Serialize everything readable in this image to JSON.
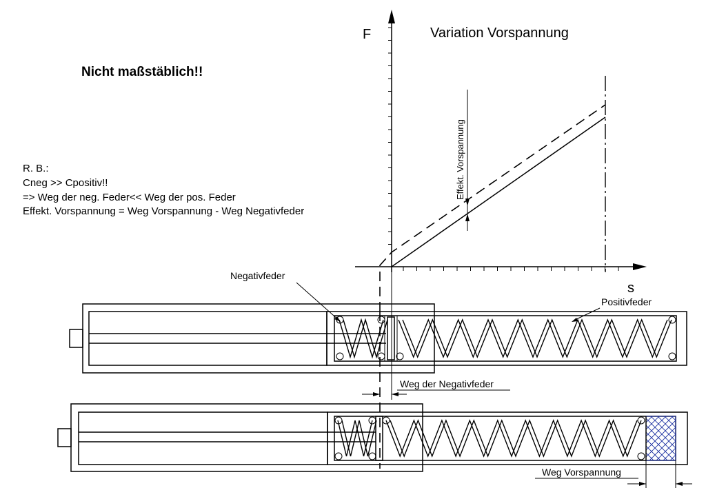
{
  "title": "Variation Vorspannung",
  "warning": "Nicht maßstäblich!!",
  "notes": {
    "line1": "R. B.:",
    "line2": "Cneg >> Cpositiv!!",
    "line3": "=> Weg der neg. Feder<< Weg der pos. Feder",
    "line4": "Effekt. Vorspannung = Weg Vorspannung - Weg Negativfeder"
  },
  "graph": {
    "y_axis_label": "F",
    "x_axis_label": "s",
    "effekt_label": "Effekt. Vorspannung"
  },
  "labels": {
    "negativfeder": "Negativfeder",
    "positivfeder": "Positivfeder",
    "weg_negativfeder": "Weg der Negativfeder",
    "weg_vorspannung": "Weg  Vorspannung"
  }
}
